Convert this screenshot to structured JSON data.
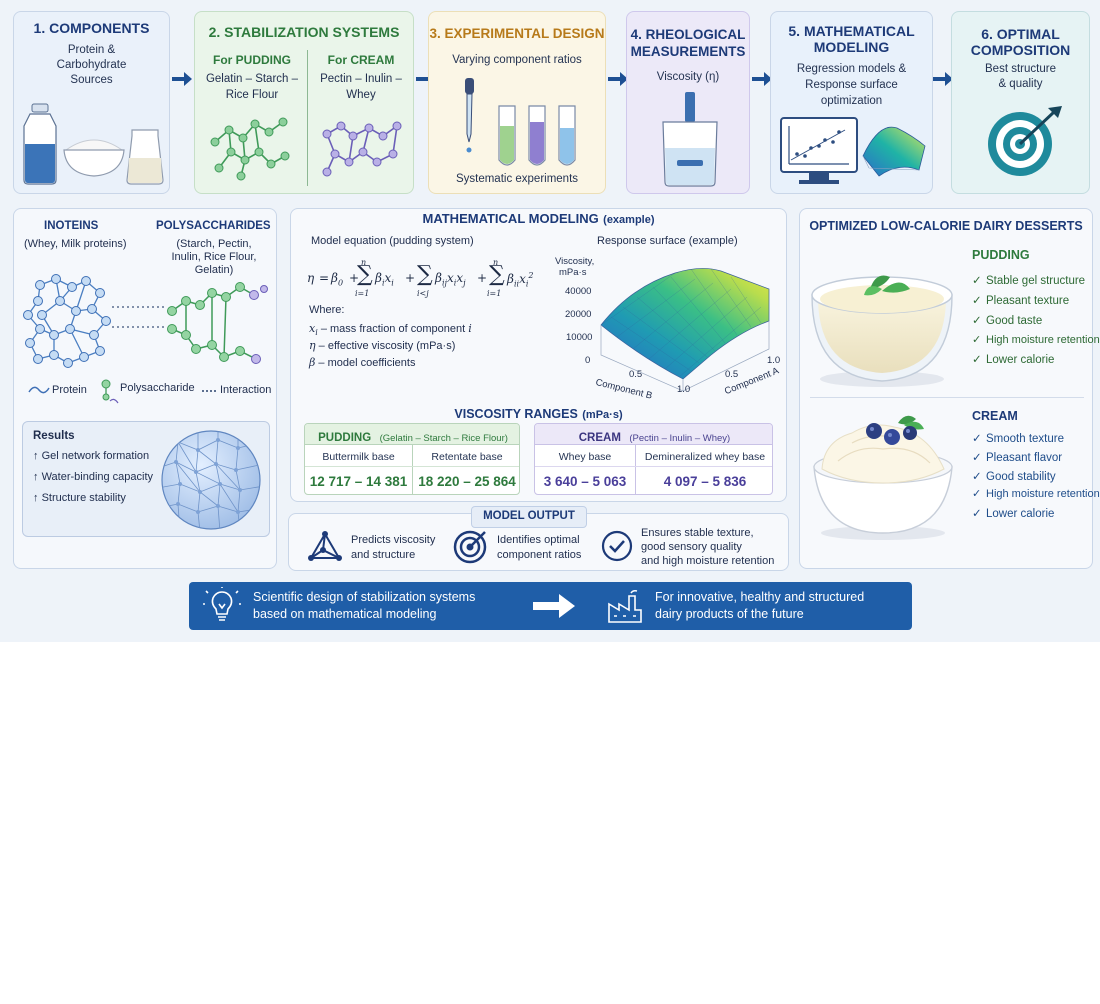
{
  "steps": [
    {
      "title_1": "1. COMPONENTS",
      "title_2": "",
      "lines": [
        "Protein &",
        "Carbohydrate",
        "Sources"
      ]
    },
    {
      "title_1": "2. STABILIZATION SYSTEMS",
      "pudding_head": "For PUDDING",
      "pudding_lines": [
        "Gelatin – Starch –",
        "Rice Flour"
      ],
      "cream_head": "For CREAM",
      "cream_lines": [
        "Pectin – Inulin –",
        "Whey"
      ]
    },
    {
      "title_1": "3. EXPERIMENTAL DESIGN",
      "lines": [
        "Varying component ratios"
      ],
      "footer": "Systematic experiments"
    },
    {
      "title_1": "4. RHEOLOGICAL",
      "title_2": "MEASUREMENTS",
      "lines": [
        "Viscosity (η)"
      ]
    },
    {
      "title_1": "5. MATHEMATICAL",
      "title_2": "MODELING",
      "lines": [
        "Regression models &",
        "Response surface",
        "optimization"
      ]
    },
    {
      "title_1": "6. OPTIMAL",
      "title_2": "COMPOSITION",
      "lines": [
        "Best structure",
        "& quality"
      ]
    }
  ],
  "left_panel": {
    "proteins_title": "INOTEINS",
    "proteins_sub": "(Whey, Milk proteins)",
    "poly_title": "POLYSACCHARIDES",
    "poly_sub": [
      "(Starch, Pectin,",
      "Inulin, Rice Flour,",
      "Gelatin)"
    ],
    "legend": {
      "protein": "Protein",
      "poly": "Polysaccharide",
      "interaction": "Interaction"
    },
    "results_title": "Results",
    "results": [
      "Gel network formation",
      "Water-binding capacity",
      "Structure stability"
    ]
  },
  "modeling": {
    "title": "MATHEMATICAL MODELING",
    "title_suffix": "(example)",
    "eq_label": "Model equation (pudding system)",
    "where": "Where:",
    "defs": [
      "– mass fraction of component",
      "– effective viscosity (mPa·s)",
      "– model coefficients"
    ],
    "surface_label": "Response surface (example)",
    "z_label_1": "Viscosity,",
    "z_label_2": "mPa·s",
    "z_ticks": [
      "40000",
      "20000",
      "10000",
      "0"
    ],
    "b_axis": "Component B",
    "a_axis": "Component A",
    "b_ticks": [
      "0.5",
      "1.0"
    ],
    "a_ticks": [
      "0.5",
      "1.0"
    ]
  },
  "viscosity": {
    "title": "VISCOSITY RANGES",
    "unit": "(mPa·s)",
    "pudding": {
      "head": "PUDDING",
      "sub": "(Gelatin – Starch – Rice Flour)",
      "cols": [
        "Buttermilk base",
        "Retentate base"
      ],
      "values": [
        "12 717 – 14 381",
        "18 220 – 25 864"
      ]
    },
    "cream": {
      "head": "CREAM",
      "sub": "(Pectin – Inulin – Whey)",
      "cols": [
        "Whey base",
        "Demineralized whey base"
      ],
      "values": [
        "3 640 – 5 063",
        "4 097 – 5 836"
      ]
    }
  },
  "output": {
    "title": "MODEL OUTPUT",
    "items": [
      [
        "Predicts viscosity",
        "and structure"
      ],
      [
        "Identifies optimal",
        "component ratios"
      ],
      [
        "Ensures stable texture,",
        "good sensory quality",
        "and high moisture retention"
      ]
    ]
  },
  "desserts": {
    "title": "OPTIMIZED LOW-CALORIE DAIRY DESSERTS",
    "pudding_head": "PUDDING",
    "pudding": [
      "Stable gel structure",
      "Pleasant texture",
      "Good taste",
      "High moisture retention",
      "Lower calorie"
    ],
    "cream_head": "CREAM",
    "cream": [
      "Smooth texture",
      "Pleasant flavor",
      "Good stability",
      "High moisture retention",
      "Lower calorie"
    ],
    "check": "✓"
  },
  "banner": {
    "left": [
      "Scientific design of stabilization systems",
      "based on mathematical modeling"
    ],
    "right": [
      "For innovative, healthy and structured",
      "dairy products of the future"
    ]
  },
  "colors": {
    "navy": "#1d3a78",
    "green": "#2e7a3d",
    "purple": "#5b4ea8",
    "banner": "#1f5ea8"
  }
}
